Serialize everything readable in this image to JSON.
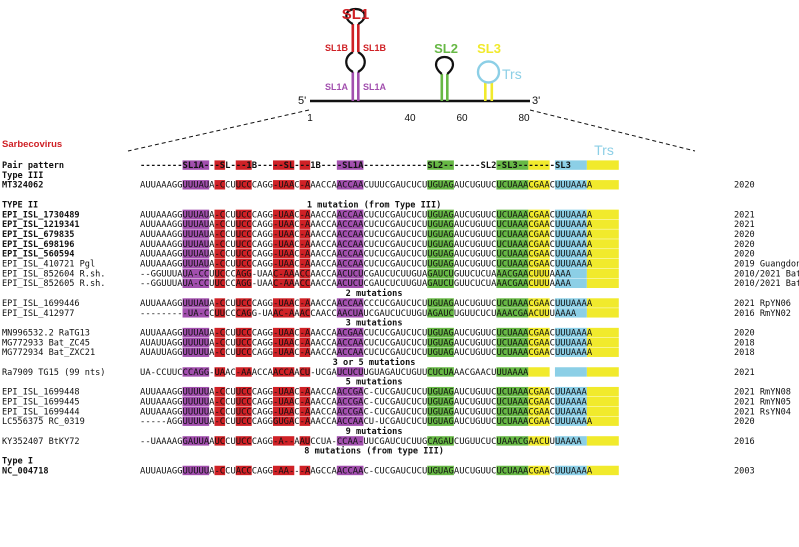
{
  "colors": {
    "sl1a": "#a24fae",
    "sl1b": "#cf2126",
    "sl2": "#67b845",
    "sl3": "#f1ea2c",
    "trs": "#8ccfe6",
    "sarbe": "#cf2126",
    "loop": "#111111"
  },
  "structure": {
    "sl1_title": "SL1",
    "sl1b_left": "SL1B",
    "sl1b_right": "SL1B",
    "sl1a_left": "SL1A",
    "sl1a_right": "SL1A",
    "sl2": "SL2",
    "sl3": "SL3",
    "trs": "Trs",
    "five_prime": "5'",
    "three_prime": "3'",
    "ticks": [
      {
        "label": "1"
      },
      {
        "label": "40"
      },
      {
        "label": "60"
      },
      {
        "label": "80"
      }
    ]
  },
  "sarbecovirus_label": "Sarbecovirus",
  "trs_header": "Trs",
  "pair_pattern": {
    "label": "Pair pattern",
    "seq": "--------SL1A---SL---1B-----SL---1B----SL1A------------SL2-------SL2-SL3-------SL3"
  },
  "alignment_rows": [
    {
      "label": "Type III",
      "seq": "",
      "tag": "",
      "bold": true
    },
    {
      "label": "MT324062",
      "seq": "AUUAAAGGUUUAUA-CCUUCCCAGG-UAAC-AAACCAACCAACUUUCGAUCUCUUGUAGAUCUGUUCUCUAAACGAACUUUAAAA",
      "tag": "2020",
      "bold": true
    },
    {
      "label": "",
      "seq": "",
      "tag": "",
      "bold": false
    },
    {
      "label": "TYPE II",
      "seq": "",
      "tag": "",
      "bold": true,
      "centre": "1 mutation (from Type III)"
    },
    {
      "label": "EPI_ISL_1730489",
      "seq": "AUUAAAGGUUUAUA-CCUUCCCAGG-UAAC-AAACCAACCAACUCUCGAUCUCUUGUAGAUCUGUUCUCUAAACGAACUUUAAAA",
      "tag": "2021",
      "bold": true
    },
    {
      "label": "EPI_ISL_1219341",
      "seq": "AUUAAAGGUUUAUA-CCUUCCCAGG-UAAC-AAACCAACCAACUCUCGAUCUCUUGUAGAUCUGUUCUCUAAACGAACUUUAAAA",
      "tag": "2021",
      "bold": true
    },
    {
      "label": "EPI_ISL_679835",
      "seq": "AUUAAAGGUUUAUA-CCUUCCCAGG-UAAC-AAACCAACCAACUCUCGAUCUCUUGUAGAUCUGUUCUCUAAACGAACUUUAAAA",
      "tag": "2020",
      "bold": true
    },
    {
      "label": "EPI_ISL_698196",
      "seq": "AUUAAAGGUUUAUA-CCUUCCCAGG-UAAC-AAACCAACCAACUCUCGAUCUCUUGUAGAUCUGUUCUCUAAACGAACUUUAAAA",
      "tag": "2020",
      "bold": true
    },
    {
      "label": "EPI_ISL_560594",
      "seq": "AUUAAAGGUUUAUA-CCUUCCCAGG-UAAC-AAACCAACCAACUCUCGAUCUCUUGUAGAUCUGUUCUCUAAACGAACUUUAAAA",
      "tag": "2020",
      "bold": true
    },
    {
      "label": "EPI_ISL_410721 Pgl",
      "seq": "AUUAAAGGUUUAUA-CCUUCCCAGG-UAAC-AAACCAACCAACUCUCGAUCUCUUGUAGAUCUGUUCUCUAAACGAACUUUAAAA",
      "tag": "2019 Guangdong",
      "bold": false
    },
    {
      "label": "EPI_ISL_852604 R.sh.",
      "seq": "--GGUUUAUA-CCUUCCCAGG-UAAC-AAACCAACCAACUCUCGAUCUCUUGUAGAUCUGUUCUCUAAACGAACUUUAAAA",
      "tag": "2010/2021 Bat",
      "bold": false
    },
    {
      "label": "EPI_ISL_852605 R.sh.",
      "seq": "--GGUUUAUA-CCUUCCCAGG-UAAC-AAACCAACCAACUCUCGAUCUCUUGUAGAUCUGUUCUCUAAACGAACUUUAAAA",
      "tag": "2010/2021 Bat",
      "bold": false
    },
    {
      "label": "",
      "seq": "",
      "tag": "",
      "bold": false,
      "centre": "2 mutations"
    },
    {
      "label": "EPI_ISL_1699446",
      "seq": "AUUAAAGGUUUAUA-CCUUCCCAGG-UAAC-AAACCAACCAACCCUCGAUCUCUUGUAGAUCUGUUCUCUAAACGAACUUUAAAA",
      "tag": "2021 RpYN06",
      "bold": false
    },
    {
      "label": "EPI_ISL_412977",
      "seq": "---------UA-CCUUCCCAGG-UAAC-AAACCAACCAACUAUCGAUCUCUUGUAGAUCUGUUCUCUAAACGAACUUUAAAA",
      "tag": "2016 RmYN02",
      "bold": false
    },
    {
      "label": "",
      "seq": "",
      "tag": "",
      "bold": false,
      "centre": "3 mutations"
    },
    {
      "label": "MN996532.2 RaTG13",
      "seq": "AUUAAAGGUUUAUA-CCUUCCCAGG-UAAC-AAACCAACGAACUCUCGAUCUCUUGUAGAUCUGUUCUCUAAACGAACUUUAAAA",
      "tag": "2020",
      "bold": false
    },
    {
      "label": "MG772933 Bat_ZC45",
      "seq": "AUAUUAGGUUUUUA-CCUUCCCAGG-UAAC-AAACCAACCAACUCUCGAUCUCUUGUAGAUCUGUUCUCUAAACGAACUUUAAAA",
      "tag": "2018",
      "bold": false
    },
    {
      "label": "MG772934 Bat_ZXC21",
      "seq": "AUAUUAGGUUUUUA-CCUUCCCAGG-UAAC-AAACCAACCAACUCUCGAUCUCUUGUAGAUCUGUUCUCUAAACGAACUUUAAAA",
      "tag": "2018",
      "bold": false
    },
    {
      "label": "",
      "seq": "",
      "tag": "",
      "bold": false,
      "centre": "3 or 5 mutations"
    },
    {
      "label": "Ra7909 TG15 (99 nts)",
      "seq": "UA-CCUUCCCAGG-UAAC-AAACCAACCAACU-UCGAUCUCUUGUAGAUCUGUUCUCUAAACGAACUUUAAAA",
      "tag": "2021",
      "bold": false
    },
    {
      "label": "",
      "seq": "",
      "tag": "",
      "bold": false,
      "centre": "5 mutations"
    },
    {
      "label": "EPI_ISL_1699448",
      "seq": "AUUAAAGGUUUUUA-CCUUCCCAGG-UAAC-AAACCAACCGAC-CUCGAUCUCUUGUAGAUCUGUUCUCUAAACGAACUUAAAA",
      "tag": "2021 RmYN08",
      "bold": false
    },
    {
      "label": "EPI_ISL_1699445",
      "seq": "AUUAAAGGUUUUUA-CCUUCCCAGG-UAAC-AAACCAACCGAC-CUCGAUCUCUUGUAGAUCUGUUCUCUAAACGAACUUAAAA",
      "tag": "2021 RmYN05",
      "bold": false
    },
    {
      "label": "EPI_ISL_1699444",
      "seq": "AUUAAAGGUUUUUA-CCUUCCCAGG-UAAC-AAACCAACCGAC-CUCGAUCUCUUGUAGAUCUGUUCUCUAAACGAACUUAAAA",
      "tag": "2021 RsYN04",
      "bold": false
    },
    {
      "label": "LC556375 RC_0319",
      "seq": "-----AGGUUUUUA-CCUUCCCAGGGUGAC-AAACCAACCAACU-UCGAUCUCUUGUAGAUCUGUUCUCUAAACGAACUUUAAAA",
      "tag": "2020",
      "bold": false
    },
    {
      "label": "",
      "seq": "",
      "tag": "",
      "bold": false,
      "centre": "9 mutations"
    },
    {
      "label": "KY352407 BtKY72",
      "seq": "--UAAAAGGAUUAAUCCUUCCCAGG-A--AAUCCUA-CCAA-UUCGAUCUCUUGCAGAUCUGUUCUCUAAACGAACUUUAAAA",
      "tag": "2016",
      "bold": false
    },
    {
      "label": "",
      "seq": "",
      "tag": "",
      "bold": false,
      "centre": "8 mutations (from type III)"
    },
    {
      "label": "Type I",
      "seq": "",
      "tag": "",
      "bold": true
    },
    {
      "label": "NC_004718",
      "seq": "AUUAUAGGUUUUUA-CCUACCCAGG-AA---AAGCCAACCAAC-CUCGAUCUCUUGUAGAUCUGUUCUCUAAACGAACUUUAAAA",
      "tag": "2003",
      "bold": true
    }
  ]
}
